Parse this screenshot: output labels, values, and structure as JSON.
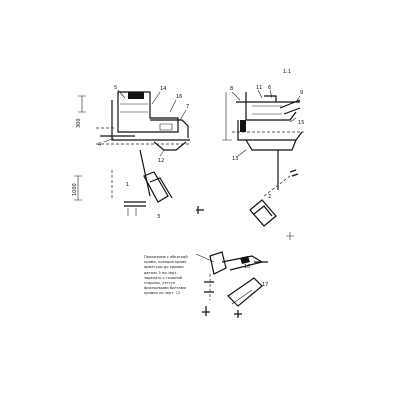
{
  "sheet_mark": "1:1",
  "dimensions": {
    "left_top": "300",
    "left_bottom": "1000"
  },
  "note_lines": [
    "Положение с обкаткой",
    "прямо, позиция кроме",
    "арматуры до кромки",
    "деталь 5 по черт.",
    "заделать с тыльной",
    "стороны, отступ",
    "фланцевыми болтами",
    "кромки по черт. 12"
  ],
  "callouts": {
    "c1": "5",
    "c2": "14",
    "c3": "16",
    "c4": "7",
    "c5": "8",
    "c6": "4",
    "c7": "9",
    "c8": "12",
    "c9": "3",
    "c10": "6",
    "c11": "11",
    "c12": "15",
    "c13": "2",
    "c14": "10",
    "c15": "13",
    "c16": "1",
    "c17": "17"
  }
}
